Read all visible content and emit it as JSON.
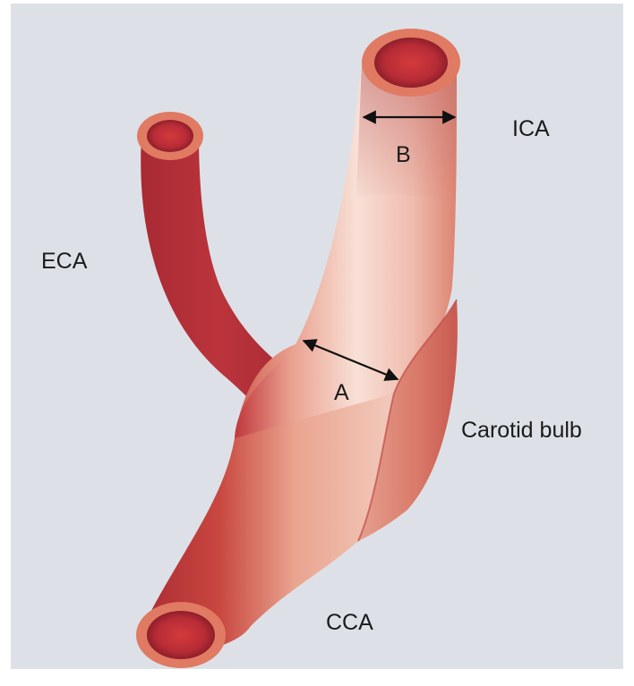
{
  "labels": {
    "eca": "ECA",
    "ica": "ICA",
    "cca": "CCA",
    "carotid_bulb": "Carotid bulb",
    "diameter_a": "A",
    "diameter_b": "B"
  },
  "colors": {
    "background": "#dde1e7",
    "vessel_dark": "#b32f38",
    "vessel_light": "#f7ddd3",
    "vessel_rim": "#e07a62",
    "lumen": "#c6303a",
    "arrow": "#111111"
  }
}
